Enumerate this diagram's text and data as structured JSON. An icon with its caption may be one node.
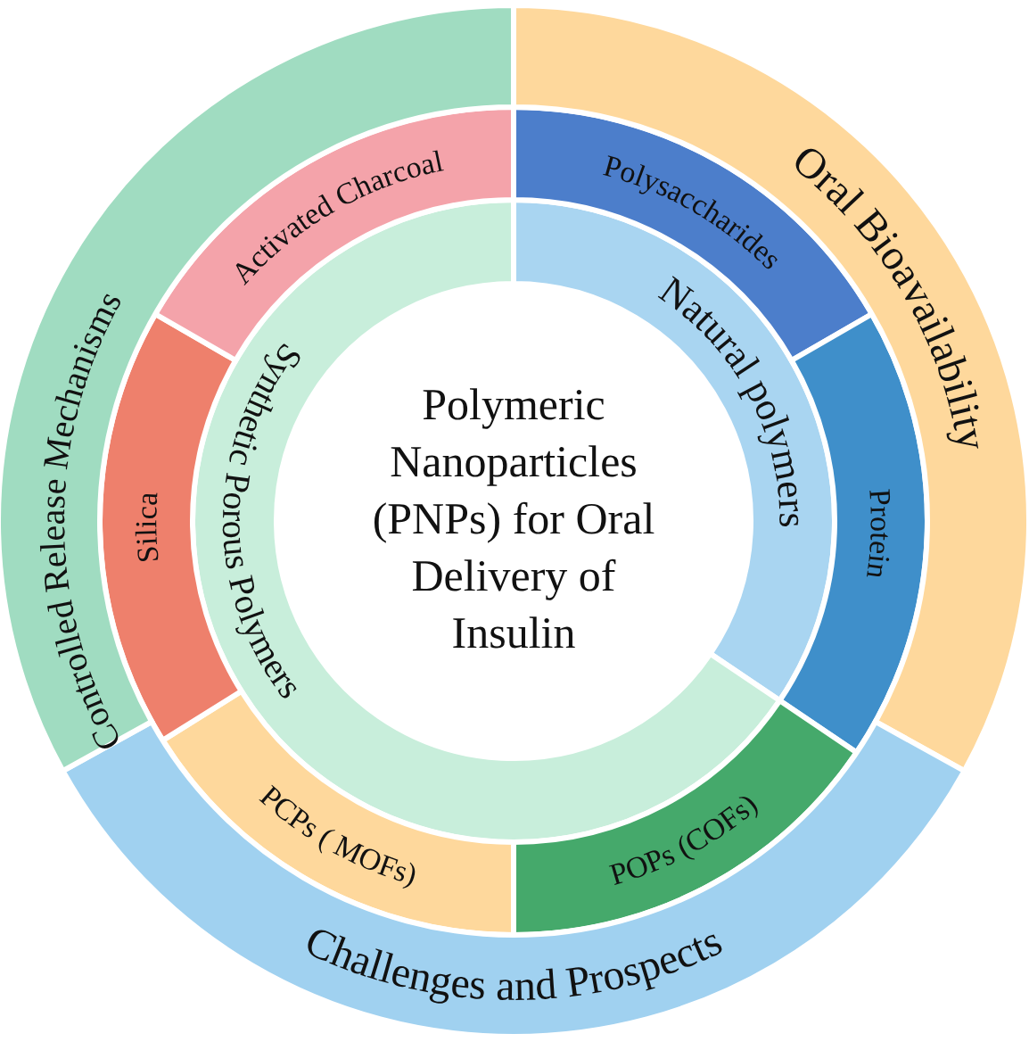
{
  "diagram": {
    "nodes": [
      {
        "text": [
          "Polymeric Nanoparticles (PNPs) for Oral Delivery of Insulin"
        ]
      },
      {
        "text": [
          "Natural polymers"
        ]
      },
      {
        "text": [
          "Synthetic Porous Polymers"
        ]
      },
      {
        "text": [
          "Polysaccharides"
        ]
      },
      {
        "text": [
          "Protein"
        ]
      },
      {
        "text": [
          "POPs (COFs)"
        ]
      },
      {
        "text": [
          "PCPs ( MOFs)"
        ]
      },
      {
        "text": [
          "Silica"
        ]
      },
      {
        "text": [
          "Activated Charcoal"
        ]
      },
      {
        "text": [
          "Oral Bioavailability"
        ]
      },
      {
        "text": [
          "Challenges and Prospects"
        ]
      },
      {
        "text": [
          "Controlled Release Mechanisms"
        ]
      }
    ]
  }
}
